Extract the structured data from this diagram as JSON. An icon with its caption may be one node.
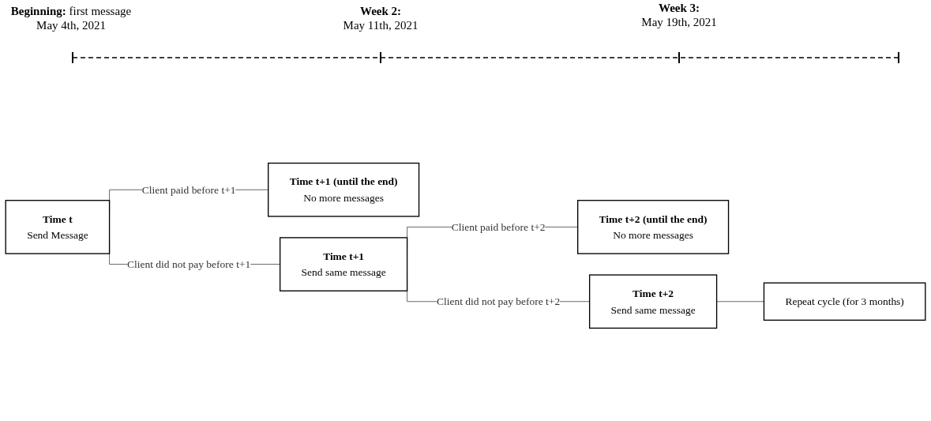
{
  "diagram": {
    "nodes": [
      {
        "text": [
          "Time t",
          "Send Message"
        ]
      },
      {
        "text": [
          "Time t+1 (until the end)",
          "No more messages"
        ]
      },
      {
        "text": [
          "Time t+1",
          "Send same message"
        ]
      },
      {
        "text": [
          "Time t+2 (until the end)",
          "No more messages"
        ]
      },
      {
        "text": [
          "Time t+2",
          "Send same message"
        ]
      },
      {
        "text": [
          "Repeat cycle (for 3 months)"
        ]
      }
    ],
    "edges": [
      {
        "from": 0,
        "to": 1,
        "label": "Client paid before t+1",
        "arrow": "none"
      },
      {
        "from": 0,
        "to": 2,
        "label": "Client did not pay before t+1",
        "arrow": "none"
      },
      {
        "from": 2,
        "to": 3,
        "label": "Client paid before t+2",
        "arrow": "none"
      },
      {
        "from": 2,
        "to": 4,
        "label": "Client did not pay before t+2",
        "arrow": "none"
      },
      {
        "from": 4,
        "to": 5,
        "arrow": "none"
      }
    ],
    "labels": [
      "**Beginning:** first message",
      "May 4th, 2021",
      "**Week 2:**",
      "May 11th, 2021",
      "**Week 3:**",
      "May 19th, 2021"
    ]
  }
}
